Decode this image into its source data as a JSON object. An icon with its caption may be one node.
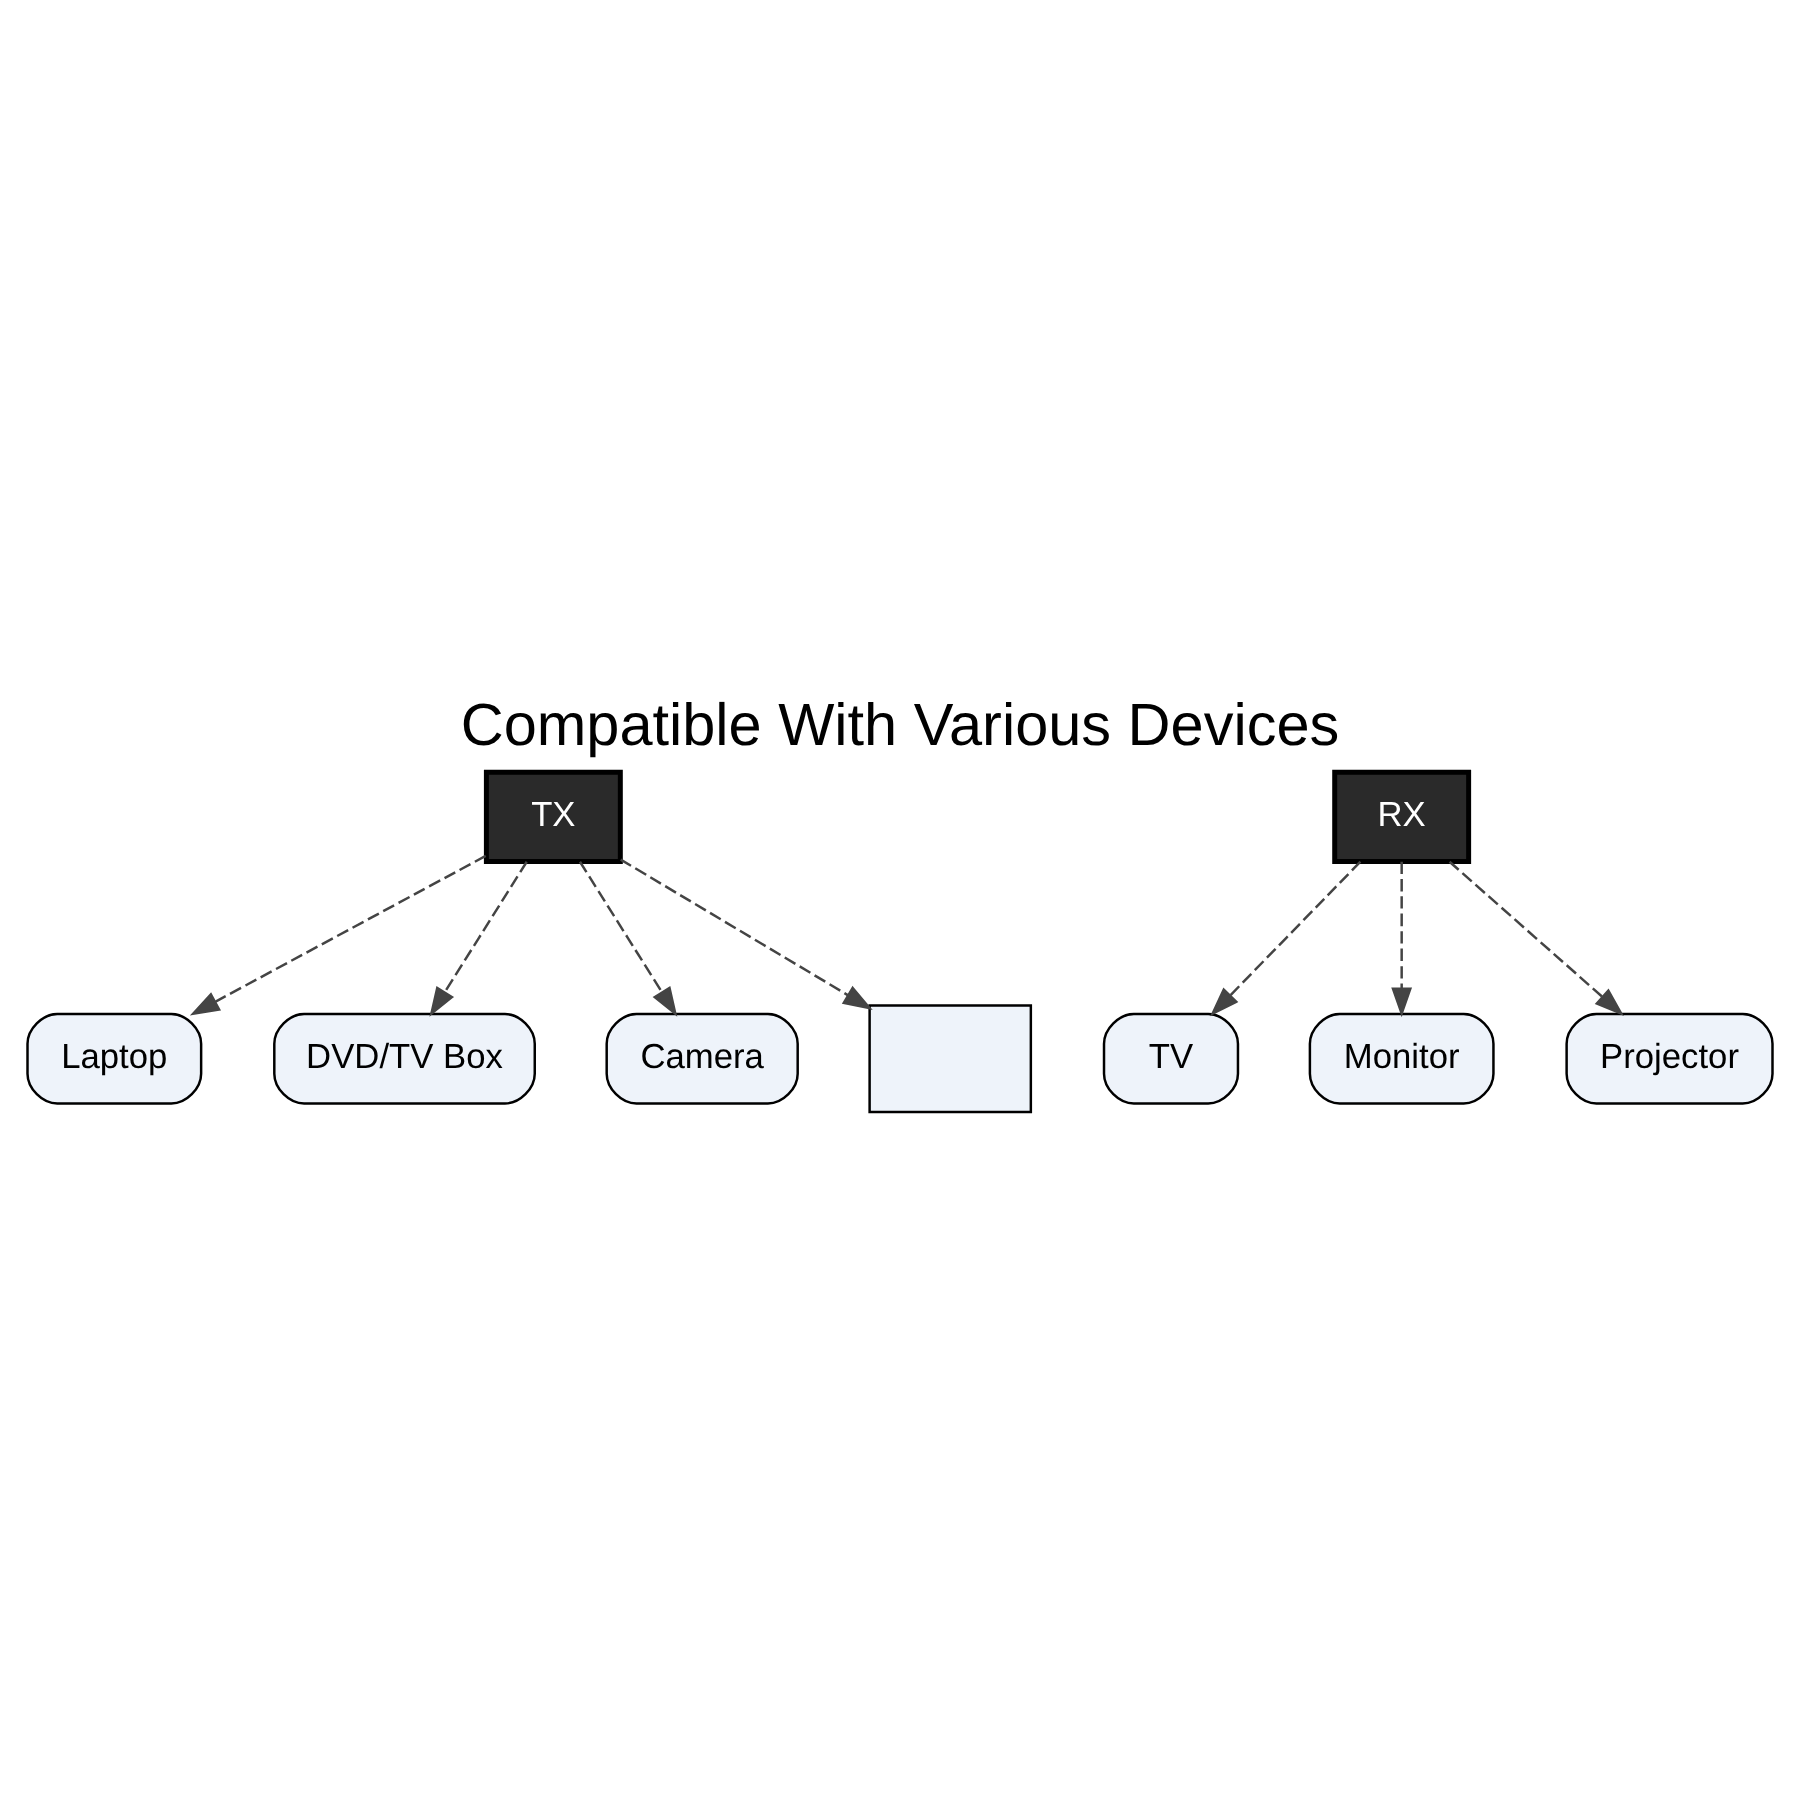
{
  "diagram": {
    "title": "Compatible With Various Devices",
    "nodes": [
      {
        "text": [
          "TX"
        ]
      },
      {
        "text": [
          "Laptop"
        ]
      },
      {
        "text": [
          "DVD/TV Box"
        ]
      },
      {
        "text": [
          "Camera"
        ]
      },
      {
        "text": [],
        "shape": "box"
      },
      {
        "text": [
          "RX"
        ]
      },
      {
        "text": [
          "TV"
        ]
      },
      {
        "text": [
          "Monitor"
        ]
      },
      {
        "text": [
          "Projector"
        ]
      }
    ],
    "edges": [
      {
        "from": 0,
        "to": 1,
        "arrow": "to",
        "style": "dashed"
      },
      {
        "from": 0,
        "to": 2,
        "arrow": "to",
        "style": "dashed"
      },
      {
        "from": 0,
        "to": 3,
        "arrow": "to",
        "style": "dashed"
      },
      {
        "from": 0,
        "to": 4,
        "arrow": "to",
        "style": "dashed"
      },
      {
        "from": 5,
        "to": 6,
        "arrow": "to",
        "style": "dashed"
      },
      {
        "from": 5,
        "to": 7,
        "arrow": "to",
        "style": "dashed"
      },
      {
        "from": 5,
        "to": 8,
        "arrow": "to",
        "style": "dashed"
      }
    ]
  }
}
